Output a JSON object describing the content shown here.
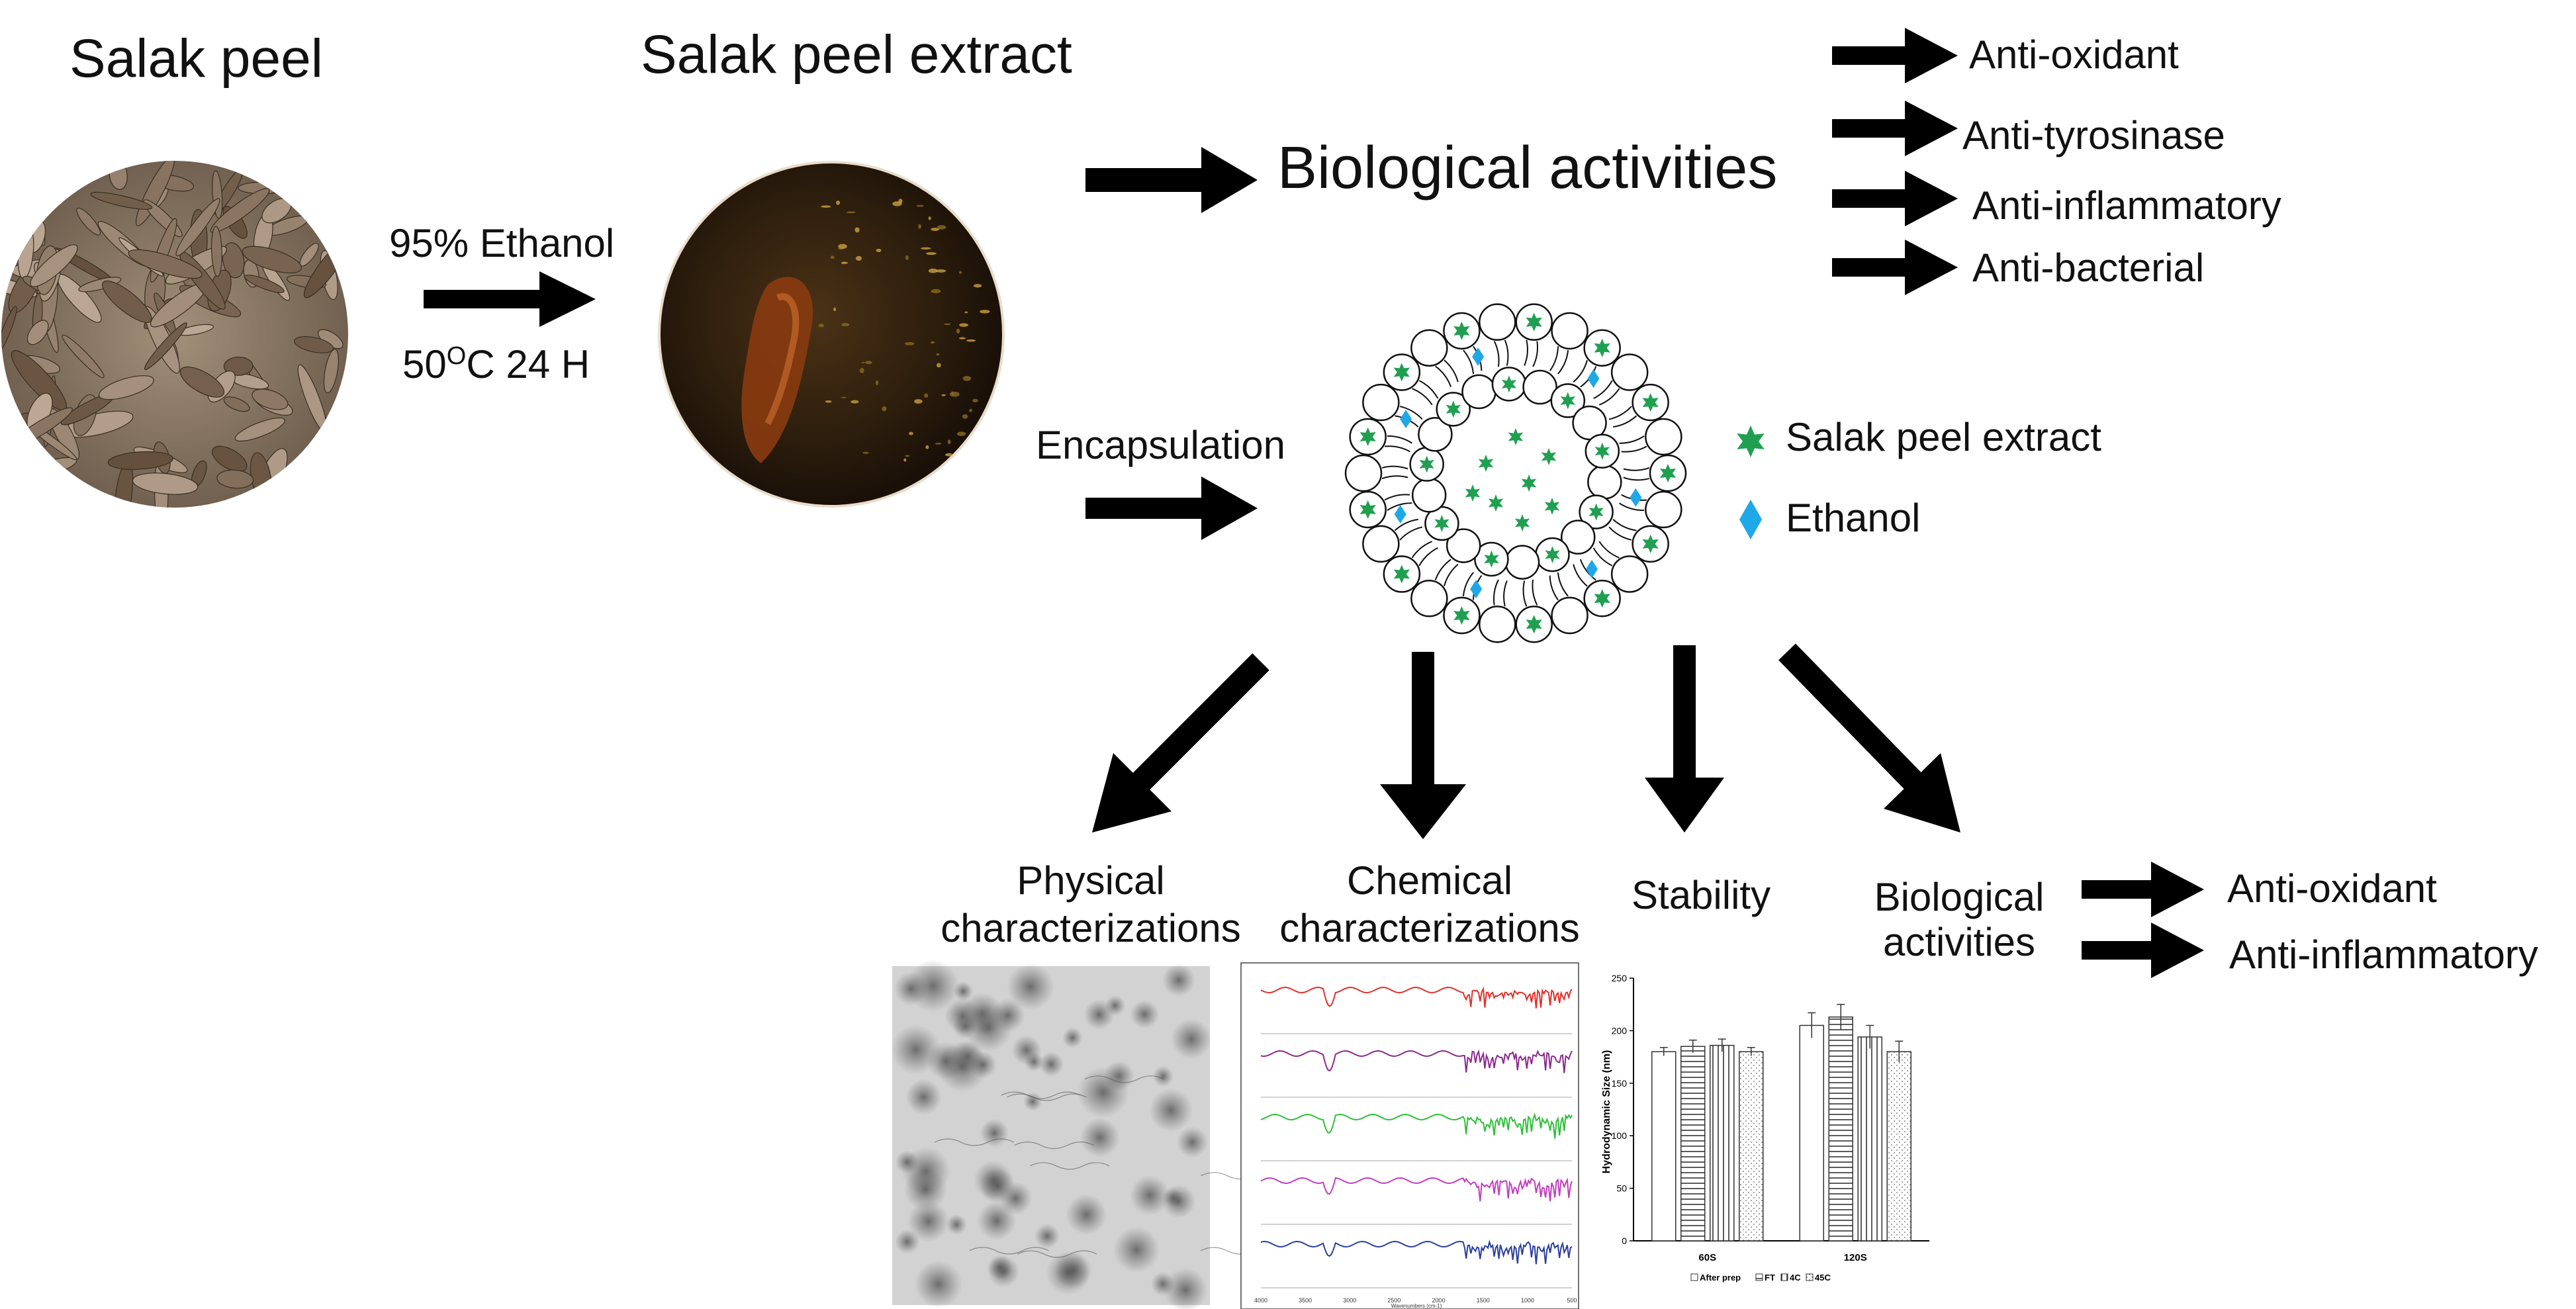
{
  "source": {
    "title": "Salak peel",
    "process": {
      "solvent": "95% Ethanol",
      "temperature": "50",
      "temperature_unit": "C",
      "time": "24 H"
    },
    "extract_title": "Salak peel extract"
  },
  "biological_activities": {
    "title": "Biological activities",
    "items": [
      "Anti-oxidant",
      "Anti-tyrosinase",
      "Anti-inflammatory",
      "Anti-bacterial"
    ]
  },
  "encapsulation": {
    "label": "Encapsulation",
    "legend": [
      {
        "label": "Salak peel extract",
        "symbol": "star",
        "color": "#1fa050"
      },
      {
        "label": "Ethanol",
        "symbol": "diamond",
        "color": "#1fa8e8"
      }
    ]
  },
  "evaluations": {
    "physical": "Physical\ncharacterizations",
    "chemical": "Chemical\ncharacterizations",
    "stability": "Stability",
    "biological": "Biological\nactivities",
    "bio_items": [
      "Anti-oxidant",
      "Anti-inflammatory"
    ]
  },
  "ftir": {
    "xlabel": "Wavenumbers (cm-1)",
    "x_ticks": [
      "4000",
      "3500",
      "3000",
      "2500",
      "2000",
      "1500",
      "1000",
      "500"
    ],
    "traces": [
      {
        "color": "#e2302a"
      },
      {
        "color": "#8b2a8e"
      },
      {
        "color": "#2fbf3a"
      },
      {
        "color": "#c23ec0"
      },
      {
        "color": "#2b3f9e"
      }
    ]
  },
  "chart_data": {
    "type": "bar",
    "ylabel": "Hydrodynamic Size (nm)",
    "categories": [
      "60S",
      "120S"
    ],
    "ylim": [
      0,
      250
    ],
    "yticks": [
      0,
      50,
      100,
      150,
      200,
      250
    ],
    "series": [
      {
        "name": "After prep",
        "values": [
          180,
          205
        ],
        "errors": [
          4,
          12
        ]
      },
      {
        "name": "FT",
        "values": [
          185,
          213
        ],
        "errors": [
          6,
          12
        ]
      },
      {
        "name": "4C",
        "values": [
          186,
          194
        ],
        "errors": [
          6,
          11
        ]
      },
      {
        "name": "45C",
        "values": [
          180,
          180
        ],
        "errors": [
          4,
          10
        ]
      }
    ],
    "legend_position": "bottom"
  }
}
